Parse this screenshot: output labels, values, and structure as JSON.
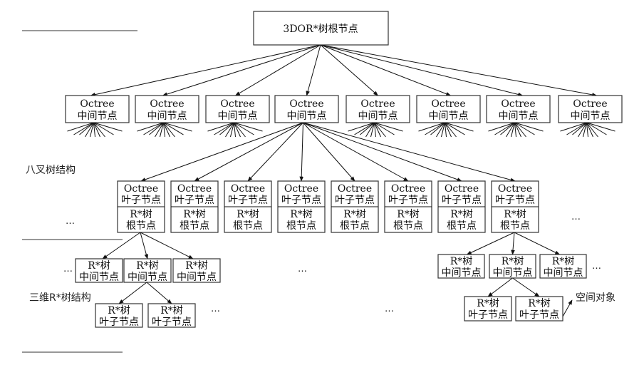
{
  "root": {
    "line1": "3DOR*树根节点"
  },
  "octree_inner": {
    "count": 8,
    "line1": "Octree",
    "line2": "中间节点"
  },
  "octree_leaf": {
    "count": 8,
    "top_line1": "Octree",
    "top_line2": "叶子节点",
    "bottom_line1": "R*树",
    "bottom_line2": "根节点"
  },
  "rtree_inner": {
    "line1": "R*树",
    "line2": "中间节点"
  },
  "rtree_leaf": {
    "line1": "R*树",
    "line2": "叶子节点"
  },
  "labels": {
    "octree_structure": "八叉树结构",
    "rtree_structure": "三维R*树结构",
    "spatial_object": "空间对象",
    "ellipsis": "…"
  }
}
